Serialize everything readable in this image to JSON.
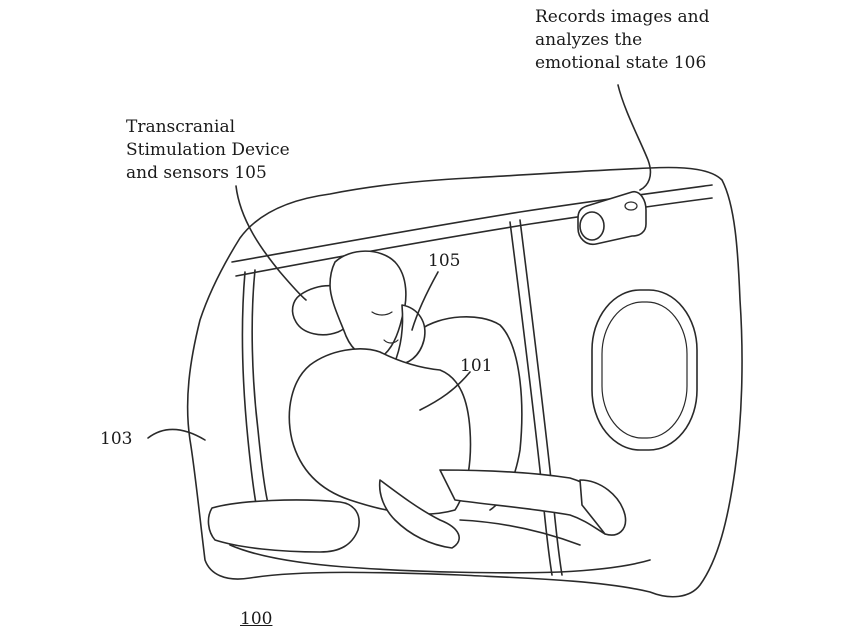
{
  "labels": {
    "camera": [
      "Records images and",
      "analyzes the",
      "emotional state 106"
    ],
    "device": [
      "Transcranial",
      "Stimulation Device",
      "and sensors 105"
    ],
    "ref_105": "105",
    "ref_101": "101",
    "ref_103": "103",
    "figure": "100"
  }
}
